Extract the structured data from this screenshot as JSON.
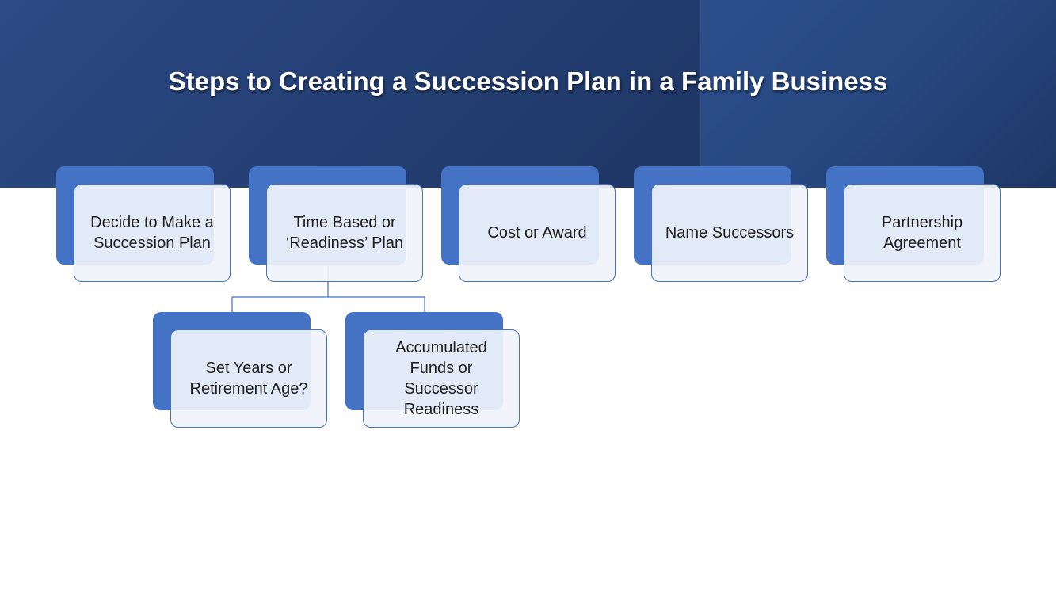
{
  "slide": {
    "title": "Steps to Creating a Succession Plan in a Family Business"
  },
  "steps": [
    {
      "label": "Decide to Make a Succession Plan"
    },
    {
      "label": "Time Based or ‘Readiness’ Plan"
    },
    {
      "label": "Cost or Award"
    },
    {
      "label": "Name Successors"
    },
    {
      "label": "Partnership Agreement"
    }
  ],
  "sub_steps": [
    {
      "label": "Set Years or Retirement Age?"
    },
    {
      "label": "Accumulated Funds or Successor Readiness"
    }
  ],
  "colors": {
    "accent": "#4472c4",
    "banner": "#223d70",
    "title_text": "#ffffff"
  }
}
